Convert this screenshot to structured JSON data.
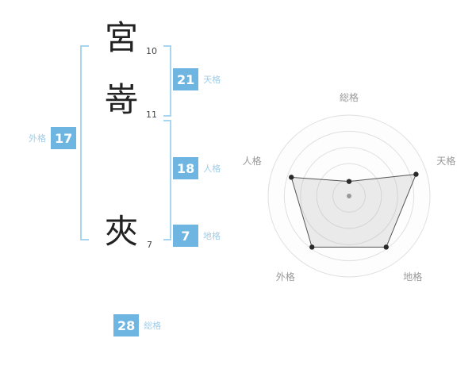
{
  "colors": {
    "box_blue": "#6fb5e2",
    "bracket_blue": "#a8d6ef",
    "label_blue": "#9fcde9"
  },
  "name_diagram": {
    "characters": [
      {
        "char": "宮",
        "strokes": "10"
      },
      {
        "char": "嵜",
        "strokes": "11"
      },
      {
        "char": "夾",
        "strokes": "7"
      }
    ],
    "tenkaku": {
      "value": "21",
      "label": "天格"
    },
    "jinkaku": {
      "value": "18",
      "label": "人格"
    },
    "chikaku": {
      "value": "7",
      "label": "地格"
    },
    "gaikaku": {
      "value": "17",
      "label": "外格"
    },
    "soukaku": {
      "value": "28",
      "label": "総格"
    }
  },
  "chart_data": {
    "type": "radar",
    "axes": [
      "総格",
      "天格",
      "地格",
      "外格",
      "人格"
    ],
    "values": [
      18,
      87,
      78,
      78,
      75
    ],
    "max": 100,
    "rings": 5,
    "title": "",
    "legend": "none",
    "center_dot": true
  }
}
